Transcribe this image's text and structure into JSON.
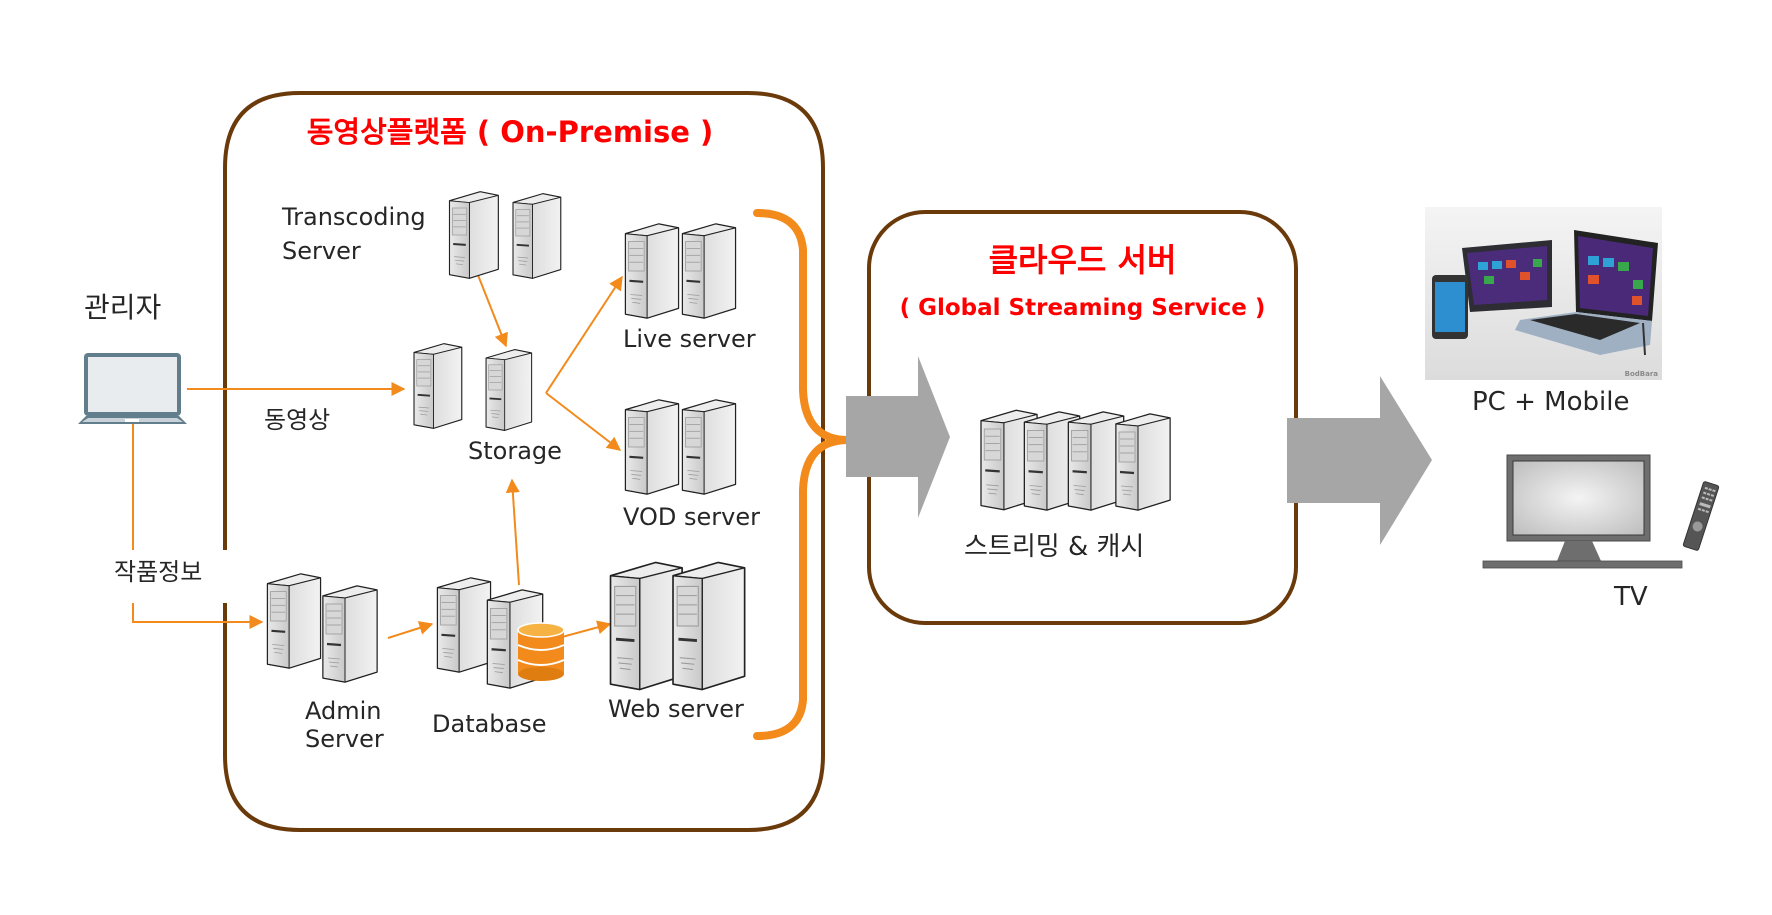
{
  "on_premise": {
    "title": "동영상플랫폼 ( On-Premise )",
    "nodes": {
      "transcoding": "Transcoding\nServer",
      "transcoding_line1": "Transcoding",
      "transcoding_line2": "Server",
      "storage": "Storage",
      "live": "Live server",
      "vod": "VOD server",
      "admin_line1": "Admin",
      "admin_line2": "Server",
      "database": "Database",
      "web": "Web server"
    }
  },
  "admin": {
    "label": "관리자",
    "edge_video": "동영상",
    "edge_info": "작품정보"
  },
  "cloud": {
    "title": "클라우드 서버",
    "subtitle": "( Global Streaming Service )",
    "node_label": "스트리밍 & 캐시"
  },
  "clients": {
    "pc_mobile": "PC + Mobile",
    "photo_watermark": "BodBara",
    "tv": "TV"
  },
  "colors": {
    "box_border": "#6b3a0b",
    "flow_arrow": "#f28a1c",
    "title_red": "#ff0000",
    "big_arrow": "#a6a6a6",
    "database": "#f4a21f"
  }
}
